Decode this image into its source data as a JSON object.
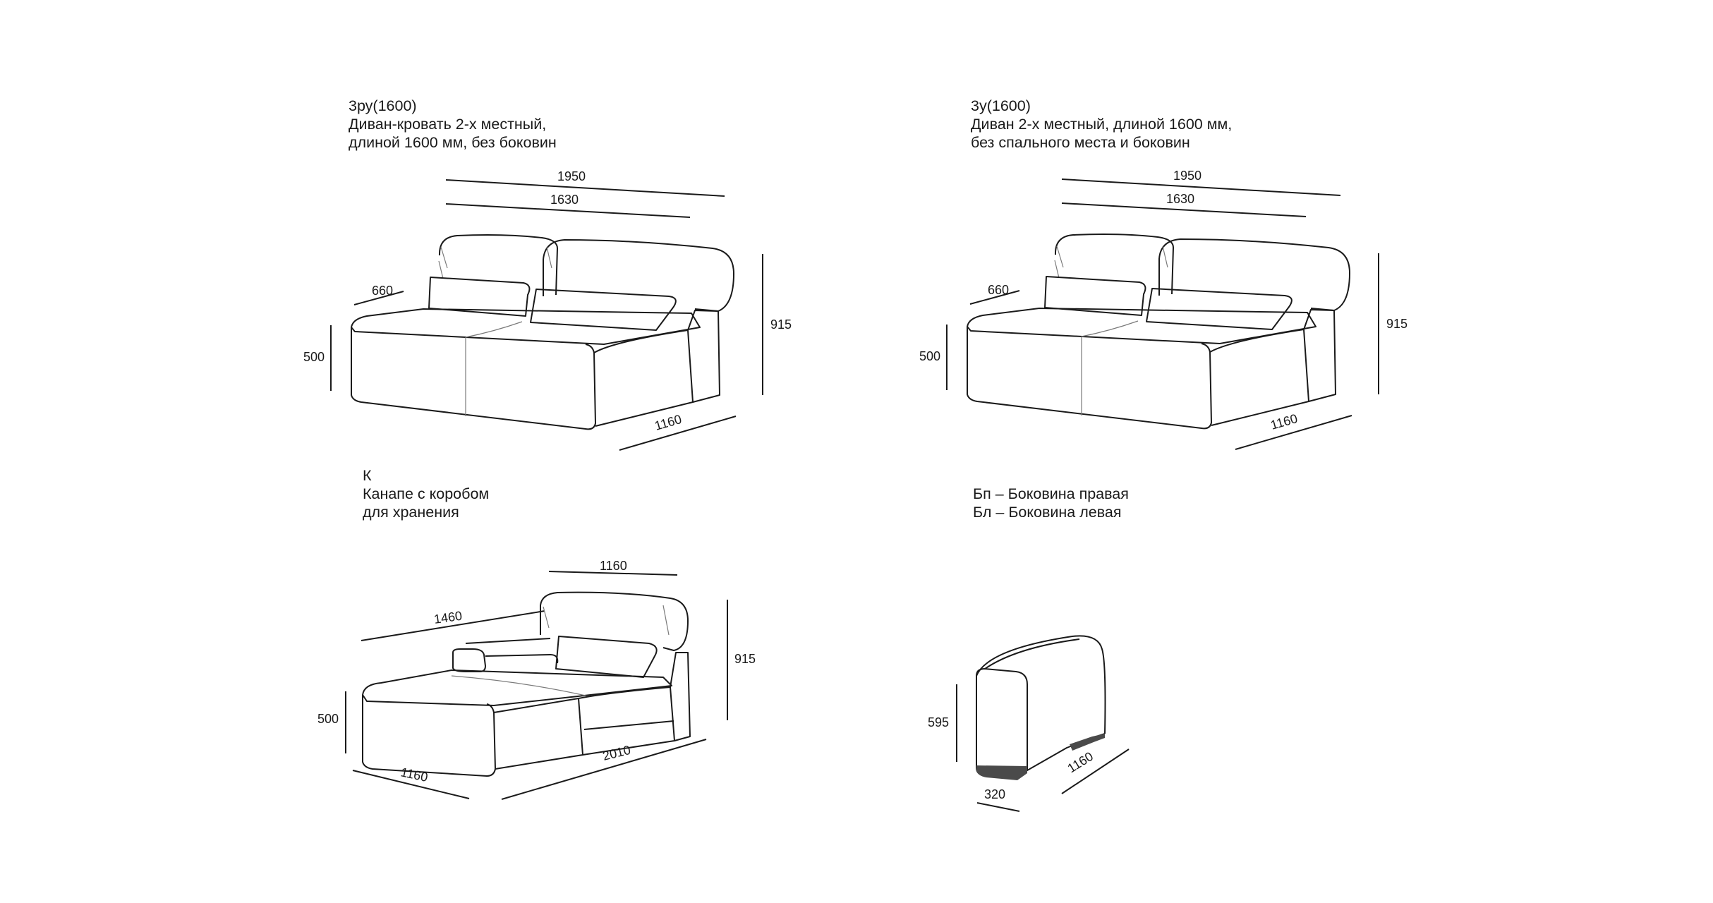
{
  "captions": {
    "sofa_bed": {
      "code": "3ру(1600)",
      "line1": "Диван-кровать 2-х местный,",
      "line2": "длиной 1600 мм, без боковин"
    },
    "sofa": {
      "code": "3у(1600)",
      "line1": "Диван 2-х местный, длиной 1600 мм,",
      "line2": "без спального места и боковин"
    },
    "canape": {
      "code": "К",
      "line1": "Канапе с коробом",
      "line2": "для хранения"
    },
    "armrests": {
      "line1": "Бп – Боковина правая",
      "line2": "Бл – Боковина левая"
    }
  },
  "dims": {
    "sofa_bed": {
      "overall_length": "1950",
      "seat_length": "1630",
      "back_depth": "660",
      "height": "915",
      "seat_height": "500",
      "depth": "1160"
    },
    "sofa": {
      "overall_length": "1950",
      "seat_length": "1630",
      "back_depth": "660",
      "height": "915",
      "seat_height": "500",
      "depth": "1160"
    },
    "canape": {
      "back_width": "1160",
      "arm_length": "1460",
      "height": "915",
      "seat_height": "500",
      "width": "1160",
      "length": "2010"
    },
    "armrest": {
      "height": "595",
      "width": "320",
      "depth": "1160"
    }
  }
}
